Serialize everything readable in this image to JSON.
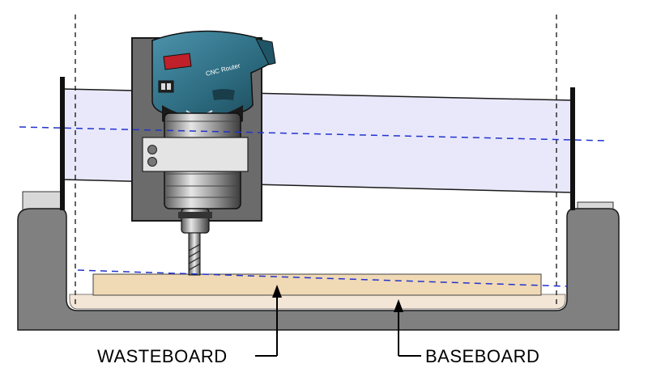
{
  "labels": {
    "wasteboard": "WASTEBOARD",
    "baseboard": "BASEBOARD"
  },
  "router_brand_text": "CNC Router",
  "colors": {
    "frame": "#808080",
    "frame_outline": "#1a1a1a",
    "gantry_rail": "#e8e8fa",
    "guide_line": "#2233cc",
    "carriage_plate": "#6b6b6b",
    "router_body": "#2d6b80",
    "router_metal": "#a8a8a8",
    "wasteboard": "#f0d9b5",
    "baseboard": "#f4e6d6",
    "bracket": "#d8d8d8",
    "router_display": "#c0202a"
  },
  "icons": {
    "wasteboard_arrow": "arrow-up-icon",
    "baseboard_arrow": "arrow-up-icon"
  }
}
